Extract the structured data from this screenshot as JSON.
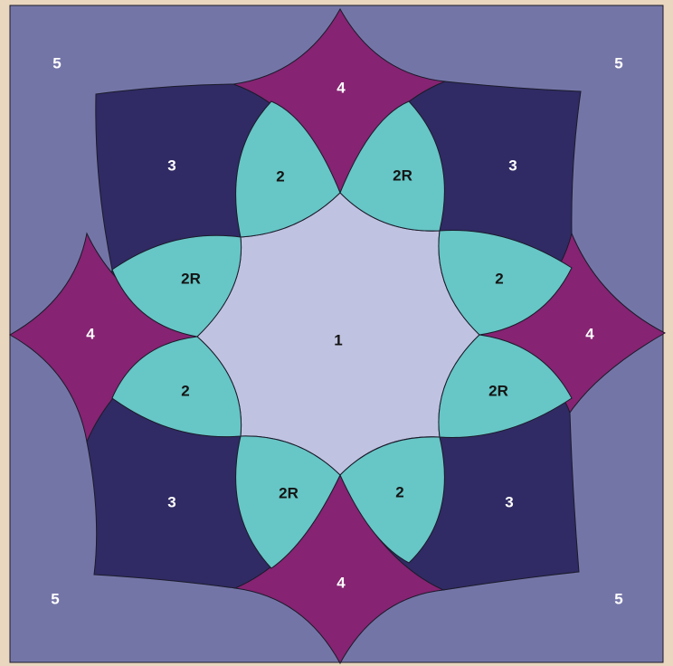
{
  "colors": {
    "background": "#ead7bf",
    "piece_1": "#bfc2e0",
    "piece_2": "#67c6c6",
    "piece_3": "#302b64",
    "piece_4": "#862372",
    "piece_5": "#7475a7",
    "label_dark": "#141414",
    "label_light": "#ffffff"
  },
  "labels": {
    "corner_tl": "5",
    "corner_tr": "5",
    "corner_bl": "5",
    "corner_br": "5",
    "diamond_top": "4",
    "diamond_right": "4",
    "diamond_bottom": "4",
    "diamond_left": "4",
    "ring_tl": "3",
    "ring_tr": "3",
    "ring_bl": "3",
    "ring_br": "3",
    "petal_top_left": "2",
    "petal_top_right": "2R",
    "petal_right_top": "2",
    "petal_right_bottom": "2R",
    "petal_bottom_right": "2",
    "petal_bottom_left": "2R",
    "petal_left_bottom": "2",
    "petal_left_top": "2R",
    "center": "1"
  }
}
